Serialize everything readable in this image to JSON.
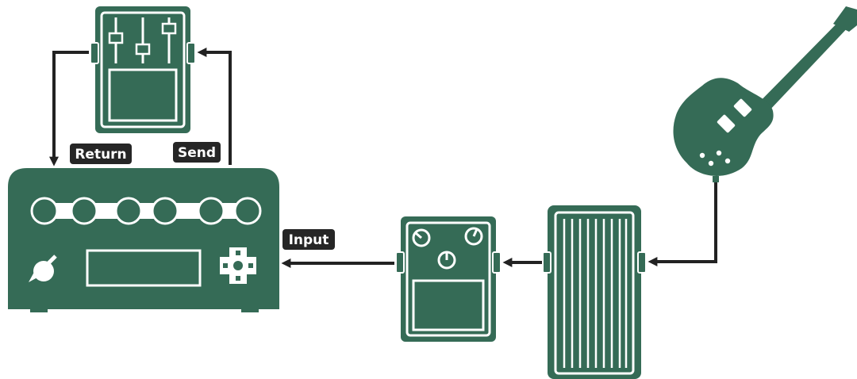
{
  "colors": {
    "device": "#356b56",
    "outline": "#ffffff",
    "cable": "#222222",
    "label_bg": "#262626",
    "label_text": "#ffffff"
  },
  "labels": {
    "return": "Return",
    "send": "Send",
    "input": "Input"
  },
  "devices": [
    {
      "id": "guitar",
      "icon": "electric-guitar-icon"
    },
    {
      "id": "wah",
      "icon": "wah-pedal-icon"
    },
    {
      "id": "overdrive",
      "icon": "overdrive-pedal-icon"
    },
    {
      "id": "multi-effects",
      "icon": "multi-effects-unit-icon"
    },
    {
      "id": "loop-pedal",
      "icon": "eq-pedal-icon"
    }
  ]
}
